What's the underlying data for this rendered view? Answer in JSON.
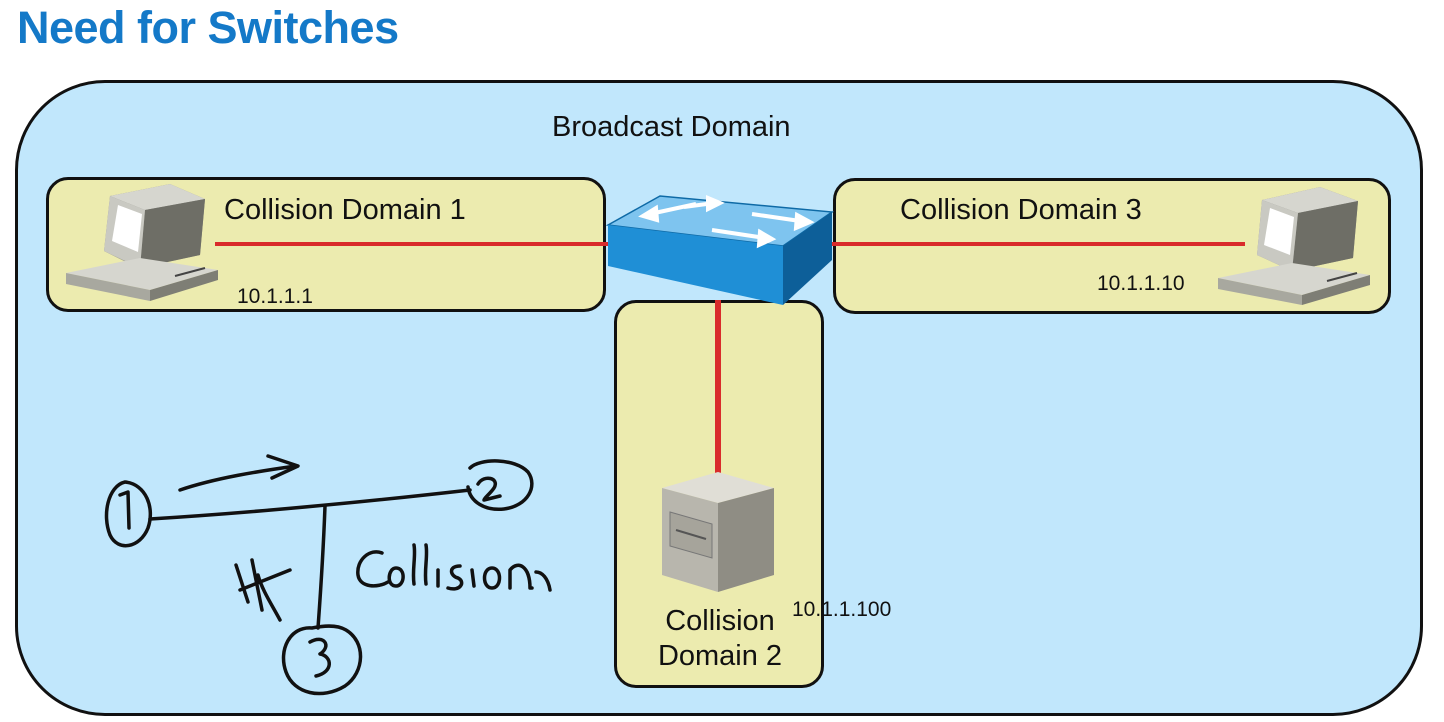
{
  "title": "Need for Switches",
  "broadcast_domain": {
    "label": "Broadcast Domain"
  },
  "collision_domains": {
    "cd1": {
      "label": "Collision Domain 1",
      "ip": "10.1.1.1"
    },
    "cd2": {
      "label_line1": "Collision",
      "label_line2": "Domain 2",
      "ip": "10.1.1.100"
    },
    "cd3": {
      "label": "Collision Domain 3",
      "ip": "10.1.1.10"
    }
  },
  "annotation": {
    "text": "Collision"
  },
  "colors": {
    "title": "#1479c8",
    "broadcast_fill": "#c1e7fc",
    "collision_fill": "#ecebaf",
    "link": "#d92b2b",
    "switch": "#1f8fd6"
  }
}
